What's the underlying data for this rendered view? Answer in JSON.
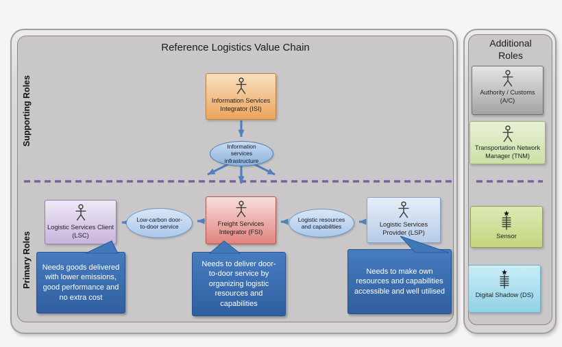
{
  "main": {
    "title": "Reference Logistics Value Chain",
    "supporting_roles_label": "Supporting Roles",
    "primary_roles_label": "Primary Roles",
    "isi": {
      "name": "Information Services Integrator (ISI)"
    },
    "infrastructure_ellipse": {
      "text": "Information services infrastructure"
    },
    "flows": {
      "lowcarbon": "Low-carbon door-to-door service",
      "resources": "Logistic resources and capabilities"
    },
    "lsc": {
      "name": "Logistic Services Client (LSC)",
      "need": "Needs goods delivered with lower emissions, good performance and no extra cost"
    },
    "fsi": {
      "name": "Freight Services Integrator (FSI)",
      "need": "Needs to deliver door-to-door service by organizing logistic resources and capabilities"
    },
    "lsp": {
      "name": "Logistic Services Provider (LSP)",
      "need": "Needs to make own resources and capabilities accessible and well utilised"
    }
  },
  "additional": {
    "title": "Additional Roles",
    "roles": [
      {
        "label": "Authority / Customs (A/C)",
        "icon": "actor-icon"
      },
      {
        "label": "Transportation Network Manager (TNM)",
        "icon": "actor-icon"
      },
      {
        "label": "Sensor",
        "icon": "antenna-icon"
      },
      {
        "label": "Digital Shadow (DS)",
        "icon": "antenna-icon"
      }
    ]
  },
  "colors": {
    "arrow_blue": "#4f81bd",
    "divider_purple": "#7d5ea5",
    "callout_blue": "#3f72b6",
    "isi_orange": "#eca45c",
    "lsc_purple": "#c8b4dd",
    "fsi_red": "#e1837f",
    "lsp_blue": "#b6cbe7",
    "ellipse_blue": "#abc8ea",
    "ac_gray": "#a4a4a4",
    "tnm_green": "#cde0a7",
    "sensor_green": "#c3d67f",
    "ds_cyan": "#92d1e5",
    "panel_gray": "#c9c7c8"
  }
}
